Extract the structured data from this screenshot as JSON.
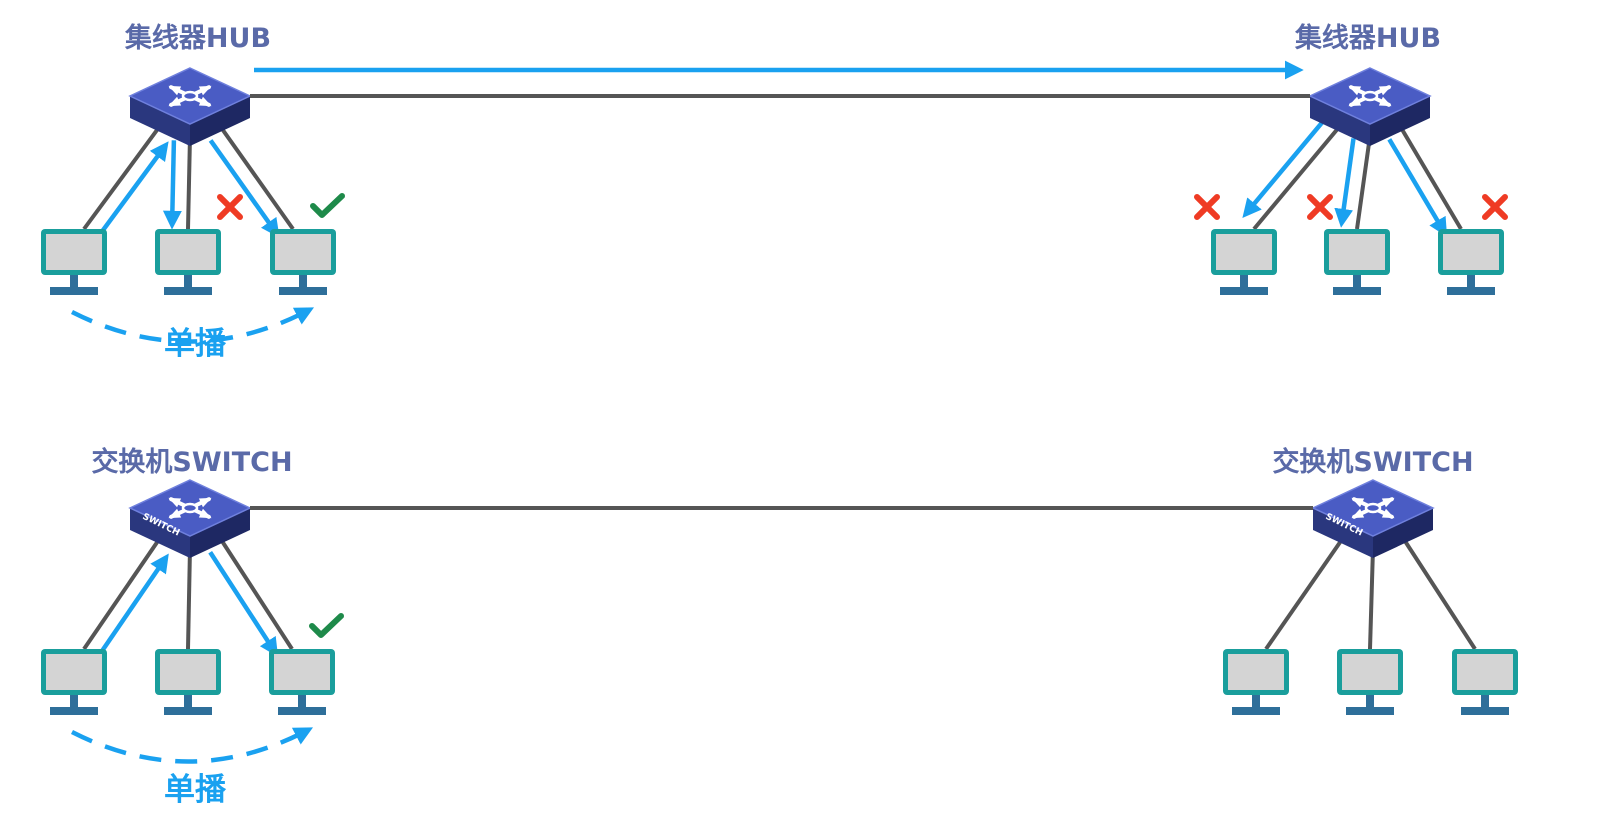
{
  "colors": {
    "cable": "#555555",
    "flow_arrow": "#1aa1f0",
    "device_top": "#4a5cc4",
    "device_side_left": "#2a377e",
    "device_side_front": "#1e2863",
    "monitor_frame": "#1a9e9c",
    "monitor_screen": "#d4d4d4",
    "monitor_stand": "#2e6f9a",
    "reject_mark": "#ef3b24",
    "accept_mark": "#1e8a4a",
    "device_label": "#5a6aa8",
    "caption": "#1aa1f0"
  },
  "networks": [
    {
      "id": "hub-network-1",
      "device": {
        "label": "集线器HUB",
        "kind": "hub",
        "badge": "",
        "icon": "hub-icon"
      },
      "computers": [
        {
          "name": "pc-1",
          "icon": "monitor-icon",
          "mark": "none",
          "flow": "to-device"
        },
        {
          "name": "pc-2",
          "icon": "monitor-icon",
          "mark": "reject",
          "flow": "from-device"
        },
        {
          "name": "pc-3",
          "icon": "monitor-icon",
          "mark": "accept",
          "flow": "from-device"
        }
      ],
      "caption": "单播"
    },
    {
      "id": "hub-network-2",
      "device": {
        "label": "集线器HUB",
        "kind": "hub",
        "badge": "",
        "icon": "hub-icon"
      },
      "computers": [
        {
          "name": "pc-1",
          "icon": "monitor-icon",
          "mark": "reject",
          "flow": "from-device"
        },
        {
          "name": "pc-2",
          "icon": "monitor-icon",
          "mark": "reject",
          "flow": "from-device"
        },
        {
          "name": "pc-3",
          "icon": "monitor-icon",
          "mark": "reject",
          "flow": "from-device"
        }
      ],
      "caption": ""
    },
    {
      "id": "switch-network-1",
      "device": {
        "label": "交换机SWITCH",
        "kind": "switch",
        "badge": "SWITCH",
        "icon": "switch-icon"
      },
      "computers": [
        {
          "name": "pc-1",
          "icon": "monitor-icon",
          "mark": "none",
          "flow": "to-device"
        },
        {
          "name": "pc-2",
          "icon": "monitor-icon",
          "mark": "none",
          "flow": "none"
        },
        {
          "name": "pc-3",
          "icon": "monitor-icon",
          "mark": "accept",
          "flow": "from-device"
        }
      ],
      "caption": "单播"
    },
    {
      "id": "switch-network-2",
      "device": {
        "label": "交换机SWITCH",
        "kind": "switch",
        "badge": "SWITCH",
        "icon": "switch-icon"
      },
      "computers": [
        {
          "name": "pc-1",
          "icon": "monitor-icon",
          "mark": "none",
          "flow": "none"
        },
        {
          "name": "pc-2",
          "icon": "monitor-icon",
          "mark": "none",
          "flow": "none"
        },
        {
          "name": "pc-3",
          "icon": "monitor-icon",
          "mark": "none",
          "flow": "none"
        }
      ],
      "caption": ""
    }
  ],
  "links": [
    {
      "from": "hub-network-1",
      "to": "hub-network-2",
      "flow": "forward"
    },
    {
      "from": "switch-network-1",
      "to": "switch-network-2",
      "flow": "none"
    }
  ]
}
